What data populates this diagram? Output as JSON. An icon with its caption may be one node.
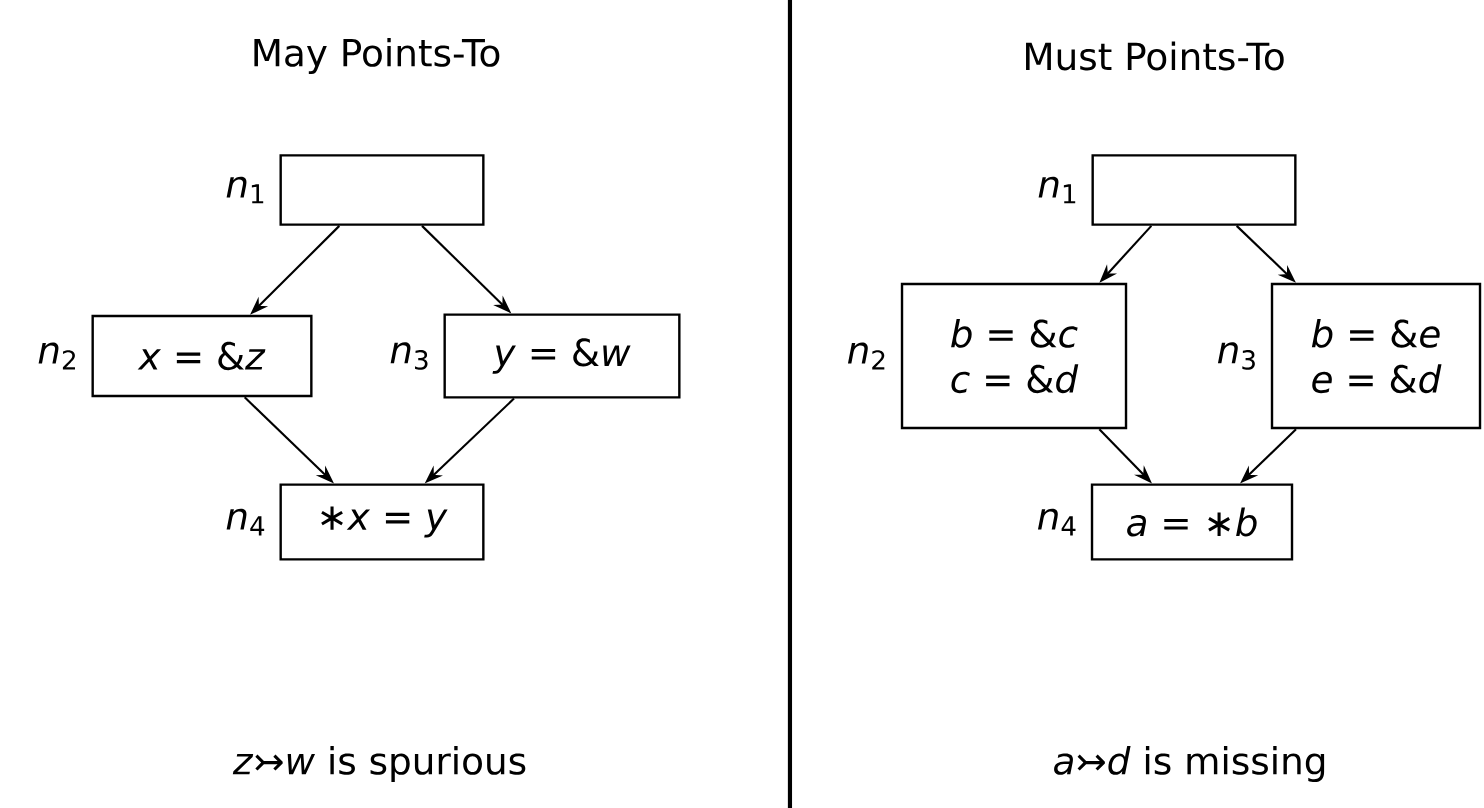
{
  "diagram": {
    "nodes": [
      {
        "text": [],
        "shape": "box",
        "beside": [
          "*n*$_{1}$"
        ]
      },
      {
        "text": [
          "*x* = &*z*"
        ],
        "beside": [
          "*n*$_{2}$"
        ]
      },
      {
        "text": [
          "*y* = &*w*"
        ],
        "beside": [
          "*n*$_{3}$"
        ]
      },
      {
        "text": [
          "∗*x* = *y*"
        ],
        "beside": [
          "*n*$_{4}$"
        ]
      },
      {
        "text": [],
        "shape": "box",
        "beside": [
          "*n*$_{1}$"
        ]
      },
      {
        "text": [
          "*b* = &*c*",
          "*c* = &*d*"
        ],
        "beside": [
          "*n*$_{2}$"
        ]
      },
      {
        "text": [
          "*b* = &*e*",
          "*e* = &*d*"
        ],
        "beside": [
          "*n*$_{3}$"
        ]
      },
      {
        "text": [
          "*a* = ∗*b*"
        ],
        "beside": [
          "*n*$_{4}$"
        ]
      }
    ],
    "edges": [
      {
        "from": 0,
        "to": 1,
        "arrow": "to"
      },
      {
        "from": 0,
        "to": 2,
        "arrow": "to"
      },
      {
        "from": 1,
        "to": 3,
        "arrow": "to"
      },
      {
        "from": 2,
        "to": 3,
        "arrow": "to"
      },
      {
        "from": 4,
        "to": 5,
        "arrow": "to"
      },
      {
        "from": 4,
        "to": 6,
        "arrow": "to"
      },
      {
        "from": 5,
        "to": 7,
        "arrow": "to"
      },
      {
        "from": 6,
        "to": 7,
        "arrow": "to"
      }
    ],
    "labels": [
      "May Points-To",
      "Must Points-To",
      "*z*↣*w* is spurious",
      "*a*↣*d* is missing"
    ]
  }
}
